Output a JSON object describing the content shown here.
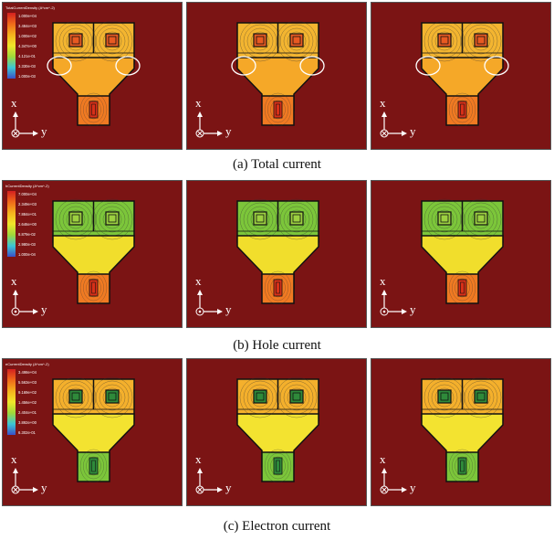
{
  "rows": [
    {
      "id": "total",
      "caption": "(a)   Total current",
      "legend": {
        "title": "TotalCurrentDensity (A*cm^-2)",
        "ticks": [
          "1.000e+04",
          "3.484e+03",
          "1.000e+02",
          "4.347e+00",
          "4.121e-01",
          "3.330e-03",
          "1.000e-03"
        ],
        "gradient": [
          "#d42020",
          "#f06a1a",
          "#f5b21d",
          "#f0e62a",
          "#9fd83a",
          "#3cc6d4",
          "#3b4fc8"
        ]
      },
      "colors": {
        "body": "#f5a828",
        "top": "#f3b530",
        "contact": "#e85a22",
        "stem": "#f07a22",
        "stem_core": "#d83018"
      },
      "circles": true,
      "axis_mark": "cross"
    },
    {
      "id": "hole",
      "caption": "(b)   Hole current",
      "legend": {
        "title": "hCurrentDensity (A*cm^-2)",
        "ticks": [
          "7.000e+04",
          "2.349e+03",
          "7.884e+01",
          "2.646e+00",
          "8.879e-02",
          "2.980e-03",
          "1.000e-04"
        ],
        "gradient": [
          "#d42020",
          "#f06a1a",
          "#f5b21d",
          "#f0e62a",
          "#9fd83a",
          "#3cc6d4",
          "#3b4fc8"
        ]
      },
      "colors": {
        "body": "#f1de2c",
        "top": "#7cc63a",
        "contact": "#9cd040",
        "stem": "#f07a22",
        "stem_core": "#d83018"
      },
      "circles": false,
      "axis_mark": "dot"
    },
    {
      "id": "electron",
      "caption": "(c) Electron current",
      "legend": {
        "title": "eCurrentDensity (A*cm^-2)",
        "ticks": [
          "3.498e+04",
          "5.563e+03",
          "9.169e+02",
          "1.456e+02",
          "2.404e+01",
          "3.892e+00",
          "6.302e-01"
        ],
        "gradient": [
          "#d42020",
          "#f06a1a",
          "#f5b21d",
          "#f0e62a",
          "#9fd83a",
          "#3cc6d4",
          "#3b4fc8"
        ]
      },
      "colors": {
        "body": "#f3e330",
        "top": "#f4b02c",
        "contact": "#2f8a3a",
        "stem": "#7cc63a",
        "stem_core": "#2f8a3a"
      },
      "circles": false,
      "axis_mark": "cross"
    }
  ],
  "axes": {
    "x": "x",
    "y": "y"
  }
}
